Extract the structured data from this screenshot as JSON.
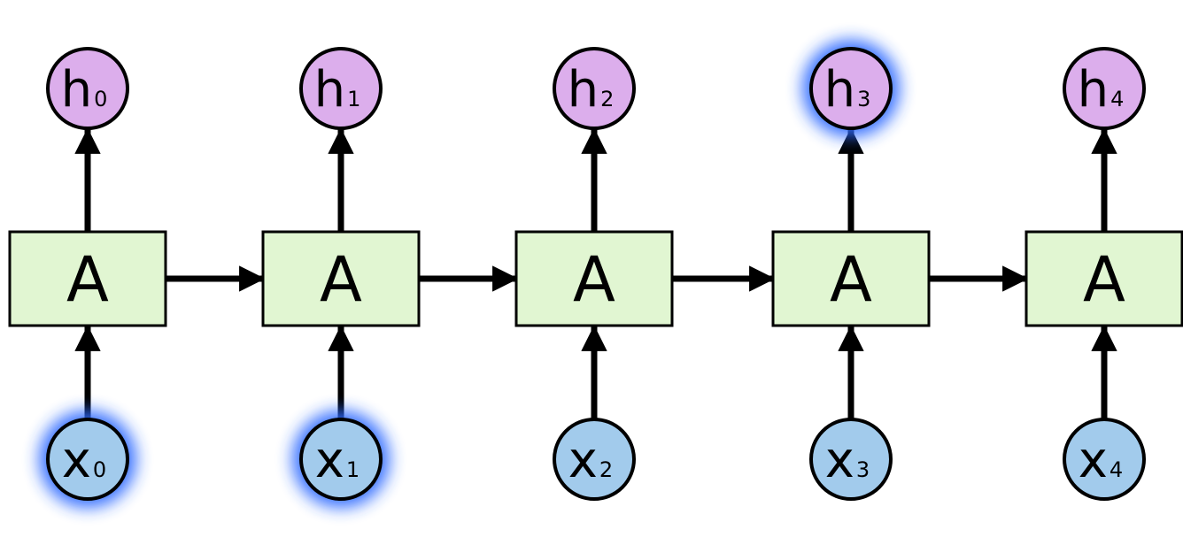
{
  "colors": {
    "cell_fill": "#e1f6d2",
    "output_fill": "#dcaeec",
    "input_fill": "#a2cbec",
    "stroke": "#000000",
    "glow": "#2f6bff",
    "background": "#ffffff"
  },
  "steps": [
    {
      "cell": "A",
      "output": {
        "main": "h",
        "sub": "0",
        "highlighted": false
      },
      "input": {
        "main": "x",
        "sub": "0",
        "highlighted": true
      }
    },
    {
      "cell": "A",
      "output": {
        "main": "h",
        "sub": "1",
        "highlighted": false
      },
      "input": {
        "main": "x",
        "sub": "1",
        "highlighted": true
      }
    },
    {
      "cell": "A",
      "output": {
        "main": "h",
        "sub": "2",
        "highlighted": false
      },
      "input": {
        "main": "x",
        "sub": "2",
        "highlighted": false
      }
    },
    {
      "cell": "A",
      "output": {
        "main": "h",
        "sub": "3",
        "highlighted": true
      },
      "input": {
        "main": "x",
        "sub": "3",
        "highlighted": false
      }
    },
    {
      "cell": "A",
      "output": {
        "main": "h",
        "sub": "4",
        "highlighted": false
      },
      "input": {
        "main": "x",
        "sub": "4",
        "highlighted": false
      }
    }
  ]
}
